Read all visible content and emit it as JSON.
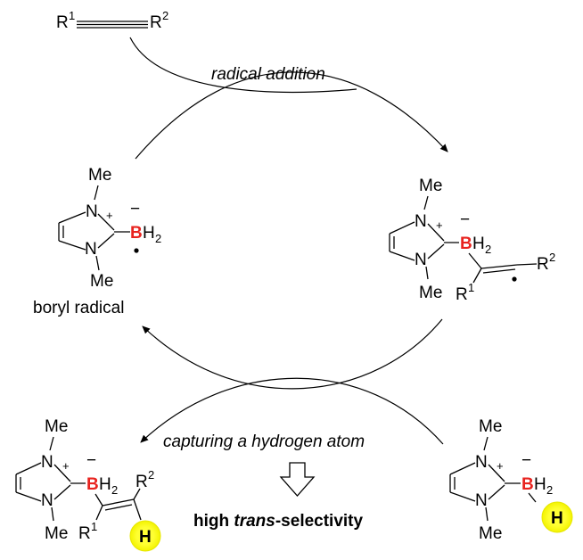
{
  "substrate": {
    "r1": "R",
    "r1_sup": "1",
    "r2": "R",
    "r2_sup": "2"
  },
  "labels": {
    "radical_addition": "radical addition",
    "boryl_radical": "boryl radical",
    "capturing": "capturing a hydrogen atom",
    "selectivity_prefix": "high ",
    "selectivity_italic": "trans",
    "selectivity_suffix": "-selectivity"
  },
  "atoms": {
    "me": "Me",
    "n": "N",
    "b": "B",
    "h": "H",
    "h2": "2",
    "plus": "+",
    "minus": "−",
    "r": "R",
    "sup1": "1",
    "sup2": "2"
  },
  "colors": {
    "boron": "#e8231f",
    "highlight": "#ffff33",
    "highlight_edge": "#e6e600"
  }
}
